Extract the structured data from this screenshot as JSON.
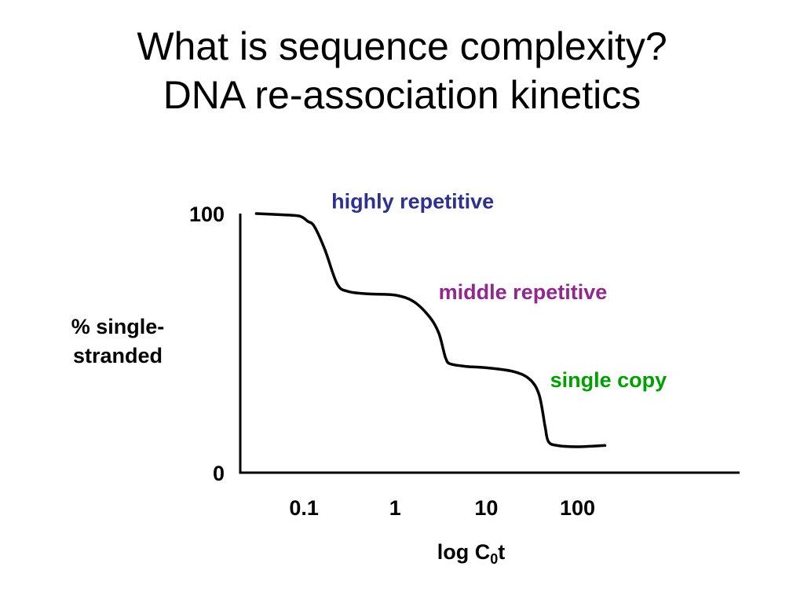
{
  "slide": {
    "title_line1": "What is sequence complexity?",
    "title_line2": "DNA re-association kinetics"
  },
  "chart_data": {
    "type": "line",
    "ylabel_line1": "% single-",
    "ylabel_line2": "stranded",
    "xlabel_main": "log C",
    "xlabel_sub": "0",
    "xlabel_tail": "t",
    "xscale": "log",
    "xlim": [
      0.02,
      6000
    ],
    "ylim": [
      0,
      100
    ],
    "x_ticks": [
      {
        "label": "0.1",
        "value": 0.1
      },
      {
        "label": "1",
        "value": 1
      },
      {
        "label": "10",
        "value": 10
      },
      {
        "label": "100",
        "value": 100
      }
    ],
    "y_ticks": [
      {
        "label": "100",
        "value": 100
      },
      {
        "label": "0",
        "value": 0
      }
    ],
    "grid": false,
    "legend": "none",
    "series": [
      {
        "color": "#000000",
        "x": [
          0.03,
          0.06,
          0.09,
          0.11,
          0.13,
          0.17,
          0.23,
          0.3,
          0.5,
          1.0,
          1.6,
          2.4,
          3.0,
          3.4,
          3.6,
          4.0,
          6.0,
          10,
          20,
          30,
          38,
          44,
          48,
          60,
          100,
          200
        ],
        "y": [
          100,
          99.5,
          99,
          97,
          95,
          86,
          73,
          70,
          69,
          68.5,
          66,
          60,
          54,
          47,
          44,
          42,
          41,
          40.5,
          39,
          36,
          30,
          18,
          12,
          10.5,
          10,
          10.5
        ]
      }
    ],
    "annotations": [
      {
        "text": "highly repetitive",
        "color": "#2e3192",
        "x": 0.2,
        "y": 102
      },
      {
        "text": "middle repetitive",
        "color": "#92278f",
        "x": 3.0,
        "y": 67
      },
      {
        "text": "single copy",
        "color": "#00a000",
        "x": 50,
        "y": 33
      }
    ]
  }
}
